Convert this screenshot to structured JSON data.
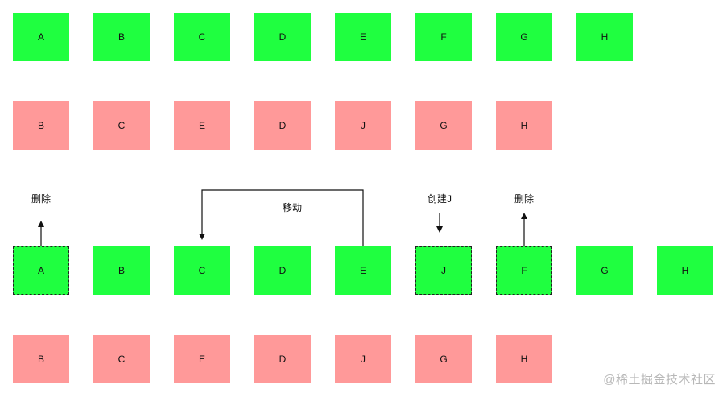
{
  "rows": {
    "old_top": [
      "A",
      "B",
      "C",
      "D",
      "E",
      "F",
      "G",
      "H"
    ],
    "new_top": [
      "B",
      "C",
      "E",
      "D",
      "J",
      "G",
      "H"
    ],
    "old_bottom": [
      "A",
      "B",
      "C",
      "D",
      "E",
      "J",
      "F",
      "G",
      "H"
    ],
    "new_bottom": [
      "B",
      "C",
      "E",
      "D",
      "J",
      "G",
      "H"
    ]
  },
  "annotations": {
    "delete_1": "删除",
    "move": "移动",
    "create": "创建J",
    "delete_2": "删除"
  },
  "colors": {
    "green": "#1fff40",
    "pink": "#ff9999"
  },
  "watermark": "@稀土掘金技术社区"
}
